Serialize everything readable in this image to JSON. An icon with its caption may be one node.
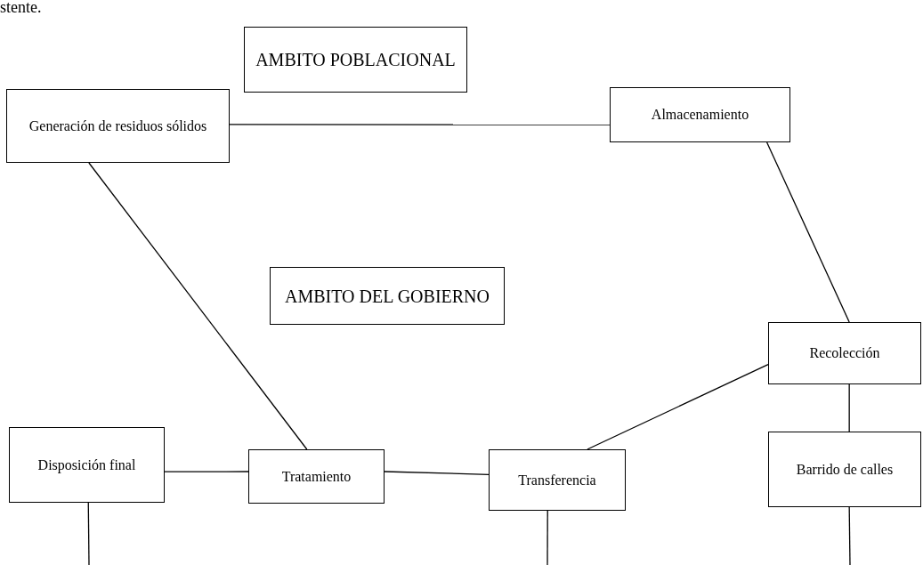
{
  "diagram": {
    "nodes": [
      {
        "text": [
          "AMBITO POBLACIONAL"
        ]
      },
      {
        "text": [
          "Generación de residuos sólidos"
        ]
      },
      {
        "text": [
          "Almacenamiento"
        ]
      },
      {
        "text": [
          "AMBITO DEL GOBIERNO"
        ]
      },
      {
        "text": [
          "Recolección"
        ]
      },
      {
        "text": [
          "Disposición final"
        ]
      },
      {
        "text": [
          "Tratamiento"
        ]
      },
      {
        "text": [
          "Transferencia"
        ]
      },
      {
        "text": [
          "Barrido de calles"
        ]
      }
    ],
    "edges": [
      {
        "from": 1,
        "to": 2,
        "arrow": "none"
      },
      {
        "from": 1,
        "to": 6,
        "arrow": "none"
      },
      {
        "from": 2,
        "to": 4,
        "arrow": "none"
      },
      {
        "from": 4,
        "to": 7,
        "arrow": "none"
      },
      {
        "from": 4,
        "to": 8,
        "arrow": "none"
      },
      {
        "from": 5,
        "to": 6,
        "arrow": "none"
      },
      {
        "from": 6,
        "to": 7,
        "arrow": "none"
      },
      {
        "from": 5,
        "to": null,
        "arrow": "none"
      },
      {
        "from": 7,
        "to": null,
        "arrow": "none"
      },
      {
        "from": 8,
        "to": null,
        "arrow": "none"
      }
    ],
    "labels": [
      "stente."
    ]
  }
}
